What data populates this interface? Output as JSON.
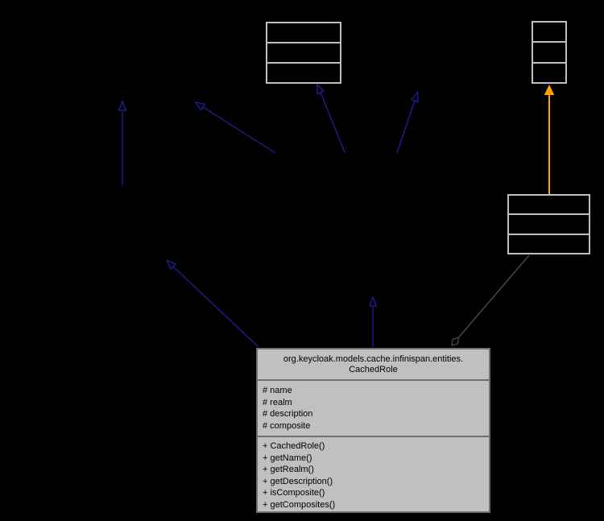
{
  "diagram": {
    "main_class": {
      "qualified_name": "org.keycloak.models.cache.infinispan.entities.CachedRole",
      "title_line1": "org.keycloak.models.cache.infinispan.entities.",
      "title_line2": "CachedRole",
      "fields": [
        "# name",
        "# realm",
        "# description",
        "# composite"
      ],
      "methods": [
        "+ CachedRole()",
        "+ getName()",
        "+ getRealm()",
        "+ getDescription()",
        "+ isComposite()",
        "+ getComposites()"
      ]
    },
    "related_nodes": [
      {
        "id": "top-center",
        "rows": 3,
        "label": ""
      },
      {
        "id": "top-right",
        "rows": 3,
        "label": ""
      },
      {
        "id": "right-middle",
        "rows": 3,
        "label": ""
      }
    ],
    "edges": [
      {
        "name": "inheritance-arrow-left-vertical",
        "type": "inheritance",
        "arrowhead": "hollow-triangle"
      },
      {
        "name": "inheritance-arrow-upper-left-diagonal",
        "type": "inheritance",
        "arrowhead": "hollow-triangle"
      },
      {
        "name": "inheritance-arrow-to-top-center-box",
        "type": "inheritance",
        "arrowhead": "hollow-triangle"
      },
      {
        "name": "inheritance-arrow-upper-right-diagonal",
        "type": "inheritance",
        "arrowhead": "hollow-triangle"
      },
      {
        "name": "inheritance-arrow-from-cachedrole-up",
        "type": "inheritance",
        "arrowhead": "hollow-triangle"
      },
      {
        "name": "inheritance-arrow-from-cachedrole-upper-left",
        "type": "inheritance",
        "arrowhead": "hollow-triangle"
      },
      {
        "name": "template-instantiation-arrow",
        "type": "template",
        "arrowhead": "solid-triangle"
      },
      {
        "name": "aggregation-edge",
        "type": "aggregation",
        "arrowhead": "open-diamond"
      }
    ],
    "colors": {
      "background": "#000000",
      "inheritance_edge": "#20209a",
      "template_edge": "#ffa500",
      "aggregation_edge": "#4a4a4a",
      "node_border": "#bebebe",
      "main_node_fill": "#c0c0c0",
      "main_node_border": "#6f6f6f",
      "main_node_text": "#000000"
    }
  }
}
